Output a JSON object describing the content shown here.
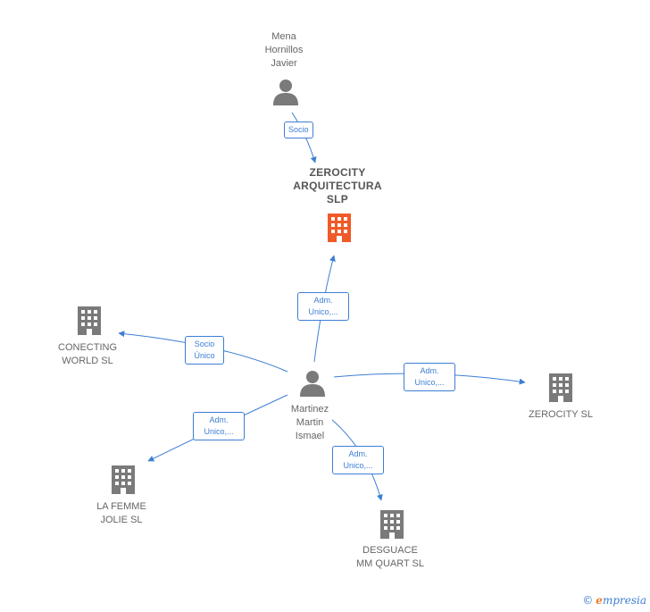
{
  "colors": {
    "edge": "#3d7ed4",
    "node": "#7a7a7a",
    "highlight": "#f05a28"
  },
  "nodes": {
    "mena": {
      "lines": [
        "Mena",
        "Hornillos",
        "Javier"
      ],
      "icon": "person-icon"
    },
    "zerocity_arq": {
      "lines": [
        "ZEROCITY",
        "ARQUITECTURA",
        "SLP"
      ],
      "icon": "building-icon"
    },
    "martinez": {
      "lines": [
        "Martinez",
        "Martin",
        "Ismael"
      ],
      "icon": "person-icon"
    },
    "conecting": {
      "lines": [
        "CONECTING",
        "WORLD  SL"
      ],
      "icon": "building-icon"
    },
    "zerocity": {
      "lines": [
        "ZEROCITY  SL"
      ],
      "icon": "building-icon"
    },
    "lafemme": {
      "lines": [
        "LA FEMME",
        "JOLIE  SL"
      ],
      "icon": "building-icon"
    },
    "desguace": {
      "lines": [
        "DESGUACE",
        "MM QUART  SL"
      ],
      "icon": "building-icon"
    }
  },
  "edges": {
    "socio": [
      "Socio"
    ],
    "adm_zerocity_arq": [
      "Adm.",
      "Unico,..."
    ],
    "socio_unico": [
      "Socio",
      "Único"
    ],
    "adm_zerocity": [
      "Adm.",
      "Unico,..."
    ],
    "adm_lafemme": [
      "Adm.",
      "Unico,..."
    ],
    "adm_desguace": [
      "Adm.",
      "Unico,..."
    ]
  },
  "brand": {
    "copyright": "©",
    "initial": "e",
    "name": "mpresia"
  }
}
